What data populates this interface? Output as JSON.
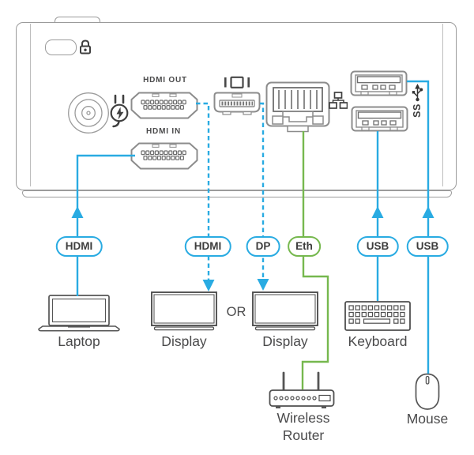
{
  "colors": {
    "video_usb_cable": "#29ABE2",
    "ethernet_cable": "#76B84E",
    "device_outline": "#9B9B9B",
    "icon_stroke": "#58595B",
    "label_text": "#4A4A4B"
  },
  "device": {
    "port_labels": {
      "hdmi_out": "HDMI OUT",
      "hdmi_in": "HDMI IN"
    },
    "usb_ss_label": "SS",
    "ports": [
      "power",
      "hdmi-out",
      "hdmi-in",
      "mini-displayport",
      "ethernet",
      "usb-a-top",
      "usb-a-bottom"
    ],
    "security": "kensington-lock-slot"
  },
  "cable_labels": [
    {
      "label": "HDMI"
    },
    {
      "label": "HDMI"
    },
    {
      "label": "DP"
    },
    {
      "label": "Eth"
    },
    {
      "label": "USB"
    },
    {
      "label": "USB"
    }
  ],
  "peripherals": {
    "laptop": "Laptop",
    "display_1": "Display",
    "or": "OR",
    "display_2": "Display",
    "keyboard": "Keyboard",
    "wireless_router": "Wireless Router",
    "mouse": "Mouse"
  },
  "connections": [
    {
      "cable": "HDMI",
      "from": "Laptop",
      "to": "HDMI IN",
      "style": "solid",
      "direction": "up",
      "color": "#29ABE2"
    },
    {
      "cable": "HDMI",
      "from": "HDMI OUT",
      "to": "Display",
      "style": "dashed",
      "direction": "down",
      "color": "#29ABE2"
    },
    {
      "cable": "DP",
      "from": "Mini DisplayPort",
      "to": "Display",
      "style": "dashed",
      "direction": "down",
      "color": "#29ABE2"
    },
    {
      "cable": "Eth",
      "from": "Ethernet",
      "to": "Wireless Router",
      "style": "solid",
      "direction": "none",
      "color": "#76B84E"
    },
    {
      "cable": "USB",
      "from": "Keyboard",
      "to": "USB",
      "style": "solid",
      "direction": "up",
      "color": "#29ABE2"
    },
    {
      "cable": "USB",
      "from": "Mouse",
      "to": "USB",
      "style": "solid",
      "direction": "up",
      "color": "#29ABE2"
    }
  ]
}
